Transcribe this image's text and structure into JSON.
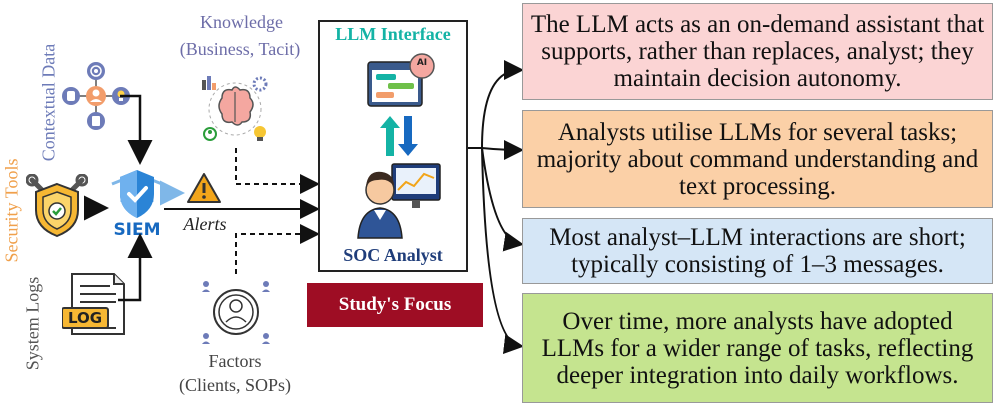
{
  "labels": {
    "contextual_data": "Contextual Data",
    "security_tools": "Security Tools",
    "system_logs": "System Logs",
    "siem": "SIEM",
    "log": "LOG",
    "alerts": "Alerts",
    "knowledge_title": "Knowledge",
    "knowledge_sub": "(Business, Tacit)",
    "factors_title": "Factors",
    "factors_sub": "(Clients, SOPs)",
    "llm_interface": "LLM Interface",
    "ai": "AI",
    "soc_analyst": "SOC Analyst",
    "study_focus": "Study's Focus"
  },
  "findings": [
    {
      "text": "The LLM acts as an on-demand assistant that supports, rather than replaces, analyst; they maintain decision autonomy.",
      "color": "#fbd4d4"
    },
    {
      "text": "Analysts utilise LLMs for several tasks; majority about command understanding and text processing.",
      "color": "#fbd0a7"
    },
    {
      "text": "Most analyst–LLM interactions are short; typically consisting of 1–3 messages.",
      "color": "#d5e6f6"
    },
    {
      "text": "Over time, more analysts have adopted LLMs for a wider range of tasks, reflecting deeper integration into daily workflows.",
      "color": "#c5e48f"
    }
  ],
  "colors": {
    "contextual": "#6d7bb8",
    "security": "#f0a04b",
    "system_logs": "#555555",
    "knowledge": "#6d6da8",
    "llm_interface": "#14b3a5",
    "soc_analyst": "#1f3d7a",
    "focus_bg": "#9e0d24",
    "siem": "#1769c0",
    "alert": "#f2a51a"
  }
}
